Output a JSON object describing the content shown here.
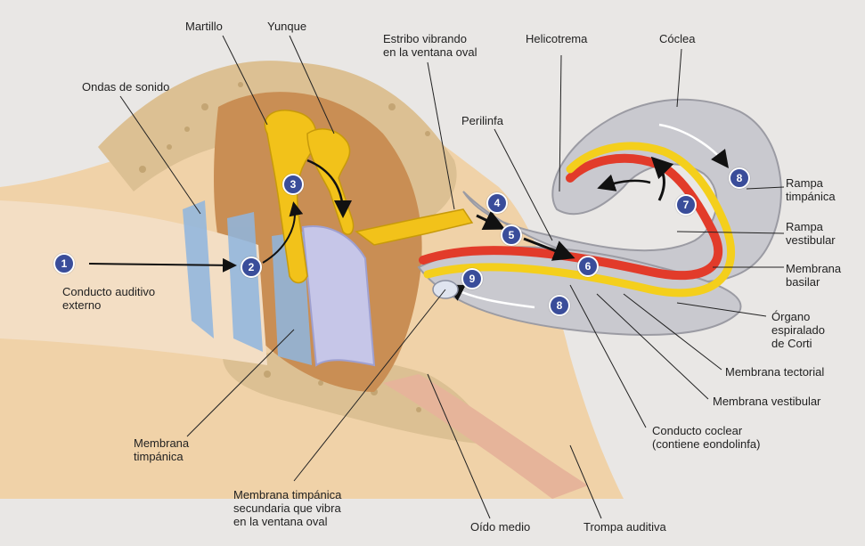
{
  "labels": {
    "martillo": "Martillo",
    "yunque": "Yunque",
    "estribo": [
      "Estribo vibrando",
      "en la ventana oval"
    ],
    "helicotrema": "Helicotrema",
    "coclea": "Cóclea",
    "ondas": "Ondas de sonido",
    "perilinfa": "Perilinfa",
    "conducto_auditivo": [
      "Conducto auditivo",
      "externo"
    ],
    "rampa_timpanica": [
      "Rampa",
      "timpánica"
    ],
    "rampa_vestibular": [
      "Rampa",
      "vestibular"
    ],
    "membrana_basilar": [
      "Membrana",
      "basilar"
    ],
    "organo_corti": [
      "Órgano",
      "espiralado",
      "de Corti"
    ],
    "membrana_tectorial": "Membrana tectorial",
    "membrana_vestibular": "Membrana vestibular",
    "conducto_coclear": [
      "Conducto coclear",
      "(contiene eondolinfa)"
    ],
    "membrana_timpanica": [
      "Membrana",
      "timpánica"
    ],
    "membrana_secundaria": [
      "Membrana timpánica",
      "secundaria que vibra",
      "en la ventana oval"
    ],
    "oido_medio": "Oído medio",
    "trompa_auditiva": "Trompa auditiva"
  },
  "steps": [
    "1",
    "2",
    "3",
    "4",
    "5",
    "6",
    "7",
    "8",
    "8",
    "9"
  ],
  "colors": {
    "badge": "#3a4d9a",
    "ossicles": "#f2c21a",
    "bone": "#e0c99a",
    "cochlea": "#c9c9cf",
    "membrane_red": "#e23b2a",
    "membrane_yellow": "#f4cf1c"
  }
}
